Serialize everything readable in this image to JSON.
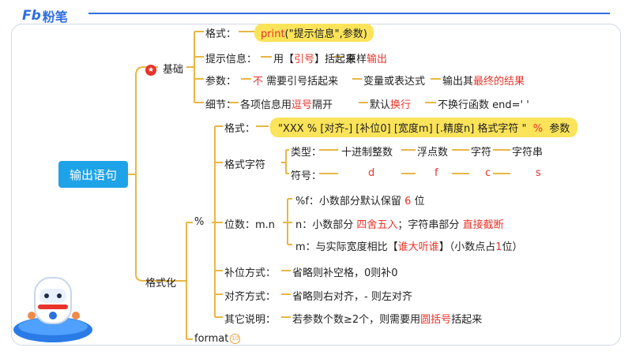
{
  "brand": {
    "name": "粉笔",
    "mark": "Fb"
  },
  "root": "输出语句",
  "basics": {
    "label": "基础",
    "star": "★",
    "format_label": "格式：",
    "format_value_func": "print",
    "format_value_args": "(\"提示信息\",参数)",
    "prompt_label": "提示信息：",
    "prompt_a": "用【",
    "prompt_b": "引号",
    "prompt_c": "】括起来",
    "prompt_d": "原样",
    "prompt_e": "输出",
    "param_label": "参数：",
    "param_a": "不",
    "param_b": "需要引号括起来",
    "param_c": "变量或表达式",
    "param_d": "输出其",
    "param_e": "最终的结果",
    "detail_label": "细节：",
    "detail_a": "各项信息用",
    "detail_b": "逗号",
    "detail_c": "隔开",
    "detail_d": "默认",
    "detail_e": "换行",
    "detail_f": "不换行函数 end=' '"
  },
  "formatting": {
    "label": "格式化",
    "format_label": "格式：",
    "format_value": "\"XXX % [对齐-] [补位0] [宽度m] [.精度n]  格式字符 \"",
    "format_pct": "%",
    "format_param": "参数",
    "fmtchar_label": "格式字符",
    "type_label": "类型：",
    "types": [
      "十进制整数",
      "浮点数",
      "字符",
      "字符串"
    ],
    "symbol_label": "符号：",
    "symbols": [
      "d",
      "f",
      "c",
      "s"
    ],
    "percent_label": "%",
    "digits_label": "位数：m.n",
    "digits_f_a": "%f：小数部分默认保留",
    "digits_f_b": "6",
    "digits_f_c": "位",
    "digits_n_a": "n：小数部分",
    "digits_n_b": "四舍五入",
    "digits_n_c": "；字符串部分",
    "digits_n_d": "直接截断",
    "digits_m_a": "m：与实际宽度相比【",
    "digits_m_b": "谁大听谁",
    "digits_m_c": "】（小数点占",
    "digits_m_d": "1",
    "digits_m_e": "位）",
    "pad_label": "补位方式：",
    "pad_value": "省略则补空格，0则补0",
    "align_label": "对齐方式：",
    "align_value": "省略则右对齐，- 则左对齐",
    "other_label": "其它说明：",
    "other_a": "若参数个数≥2个，则需要用",
    "other_b": "圆括号",
    "other_c": "括起来",
    "format_word": "format",
    "format_badge": "10"
  },
  "colors": {
    "line": "#e9b644",
    "accent": "#e8342b",
    "root_bg": "#1fa3e8",
    "brand": "#2f6fe0",
    "highlight": "#fbe35a"
  }
}
